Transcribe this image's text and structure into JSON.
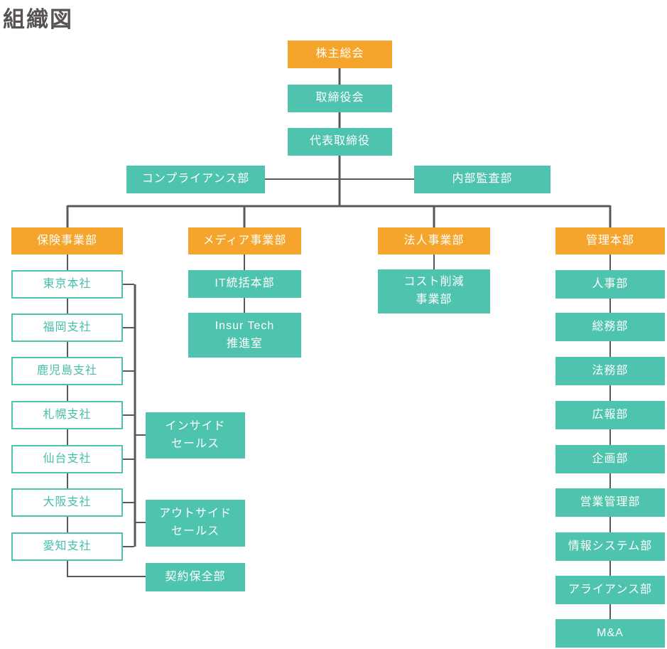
{
  "title": "組織図",
  "colors": {
    "division_header": "#F5A52B",
    "department_box": "#4EC4AE",
    "branch_border": "#4EC4AE",
    "connector_line": "#555A5E",
    "title_text": "#575254"
  },
  "org": {
    "trunk": {
      "shareholders": "株主総会",
      "board": "取締役会",
      "ceo": "代表取締役"
    },
    "staff": {
      "compliance": "コンプライアンス部",
      "audit": "内部監査部"
    },
    "divisions": {
      "insurance": {
        "label": "保険事業部",
        "branches": [
          "東京本社",
          "福岡支社",
          "鹿児島支社",
          "札幌支社",
          "仙台支社",
          "大阪支社",
          "愛知支社"
        ],
        "units": {
          "inside_sales": "インサイド\nセールス",
          "outside_sales": "アウトサイド\nセールス",
          "contract": "契約保全部"
        }
      },
      "media": {
        "label": "メディア事業部",
        "children": [
          "IT統括本部",
          "Insur Tech\n推進室"
        ]
      },
      "corporate": {
        "label": "法人事業部",
        "children": [
          "コスト削減\n事業部"
        ]
      },
      "admin": {
        "label": "管理本部",
        "children": [
          "人事部",
          "総務部",
          "法務部",
          "広報部",
          "企画部",
          "営業管理部",
          "情報システム部",
          "アライアンス部",
          "M&A"
        ]
      }
    }
  }
}
